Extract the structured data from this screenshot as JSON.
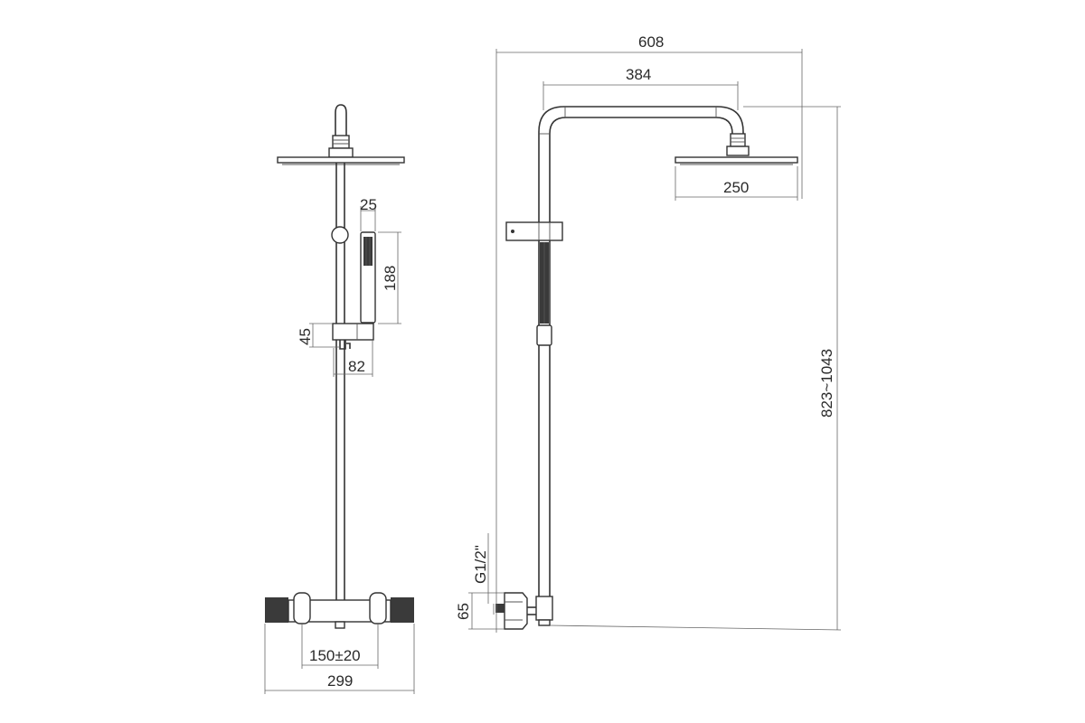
{
  "diagram": {
    "front_view": {
      "handshower_width": "25",
      "handshower_length": "188",
      "slider_height": "45",
      "slider_depth": "82",
      "inlet_spacing": "150±20",
      "mixer_width": "299"
    },
    "side_view": {
      "total_width": "608",
      "arm_length": "384",
      "head_diameter": "250",
      "height_range": "823~1043",
      "inlet_thread": "G1/2\"",
      "inlet_offset": "65"
    }
  },
  "colors": {
    "line": "#333333",
    "dimension": "#666666",
    "background": "#ffffff"
  }
}
